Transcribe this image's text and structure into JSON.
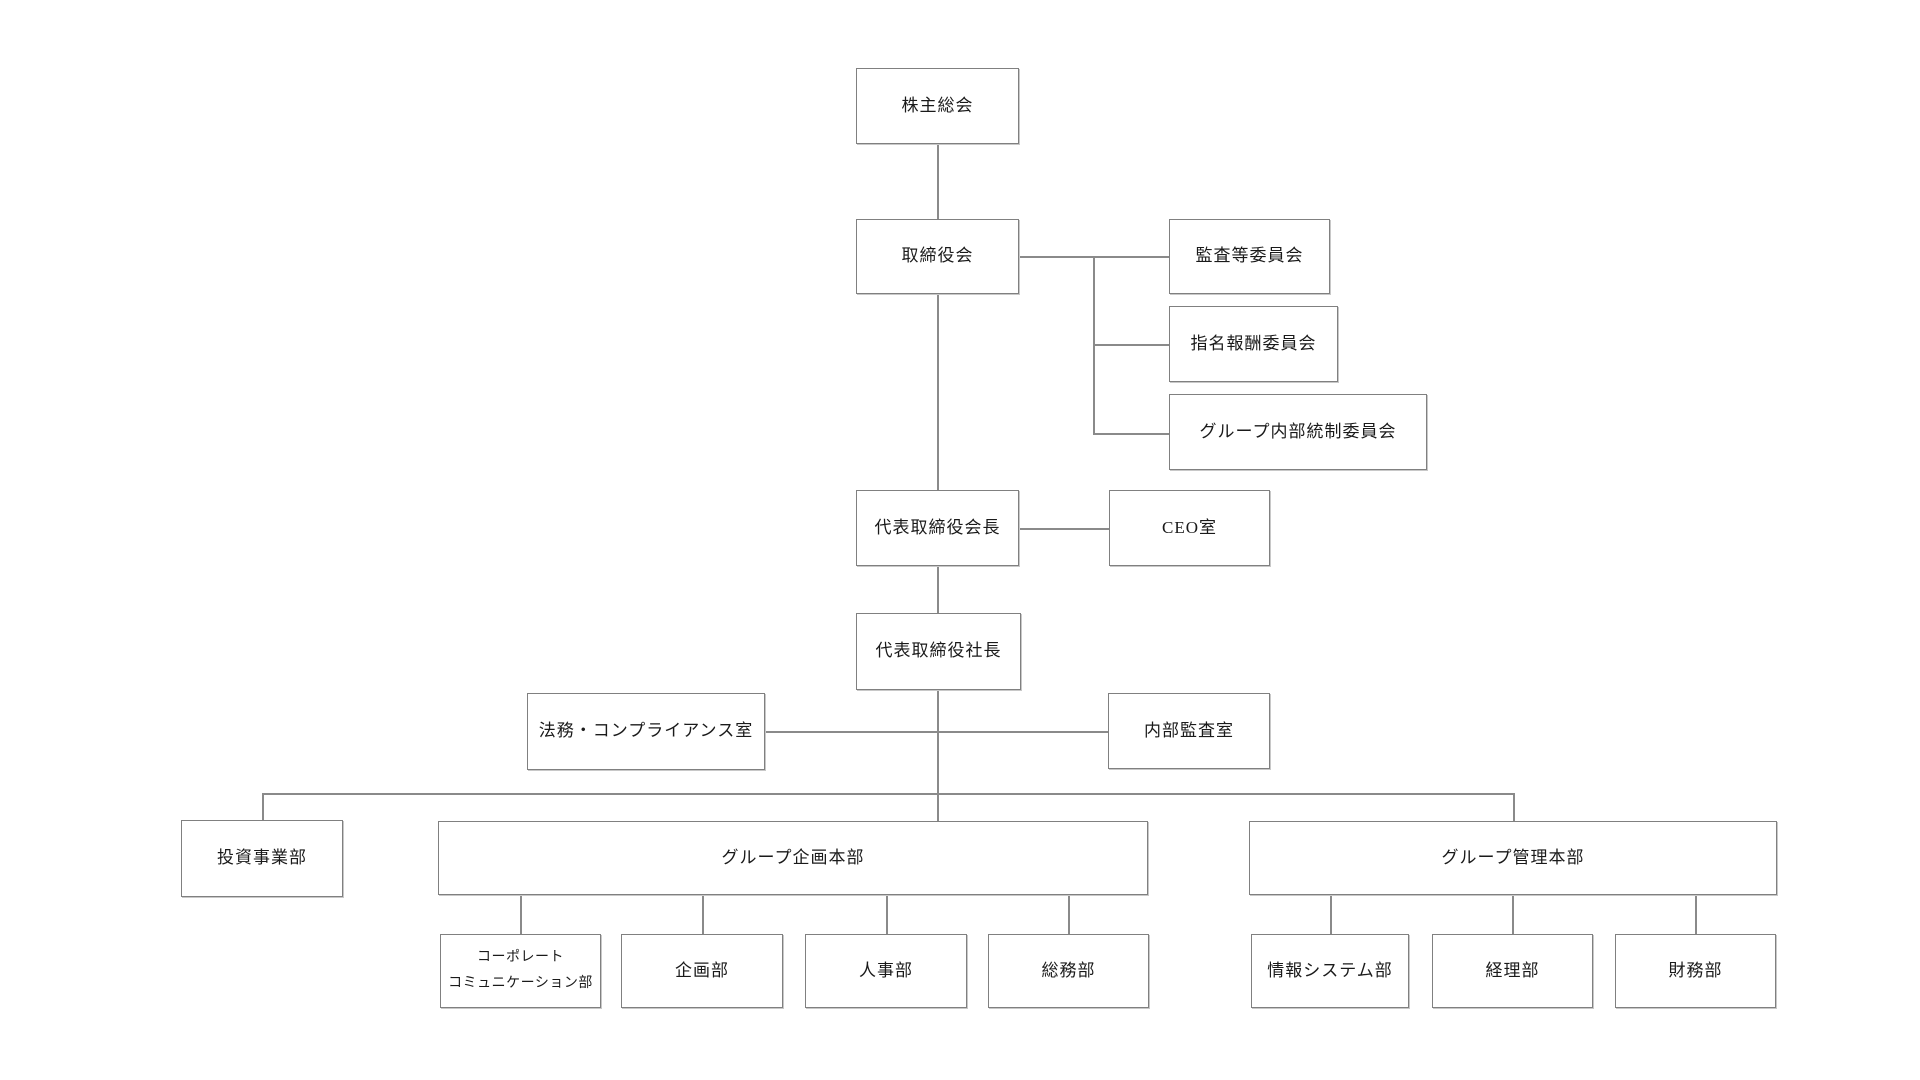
{
  "org_chart": {
    "type": "organization-chart",
    "nodes": {
      "shareholders": "株主総会",
      "board": "取締役会",
      "audit_committee": "監査等委員会",
      "nomination_committee": "指名報酬委員会",
      "internal_control_committee": "グループ内部統制委員会",
      "chairman": "代表取締役会長",
      "ceo_office": "CEO室",
      "president": "代表取締役社長",
      "legal_compliance": "法務・コンプライアンス室",
      "internal_audit": "内部監査室",
      "investment": "投資事業部",
      "planning_hq": "グループ企画本部",
      "admin_hq": "グループ管理本部",
      "corp_comm_line1": "コーポレート",
      "corp_comm_line2": "コミュニケーション部",
      "planning_dept": "企画部",
      "hr_dept": "人事部",
      "general_affairs_dept": "総務部",
      "info_systems_dept": "情報システム部",
      "accounting_dept": "経理部",
      "finance_dept": "財務部"
    },
    "colors": {
      "background": "#ffffff",
      "border": "#808080",
      "line": "#8a8a8a",
      "text": "#1a1a1a"
    }
  }
}
